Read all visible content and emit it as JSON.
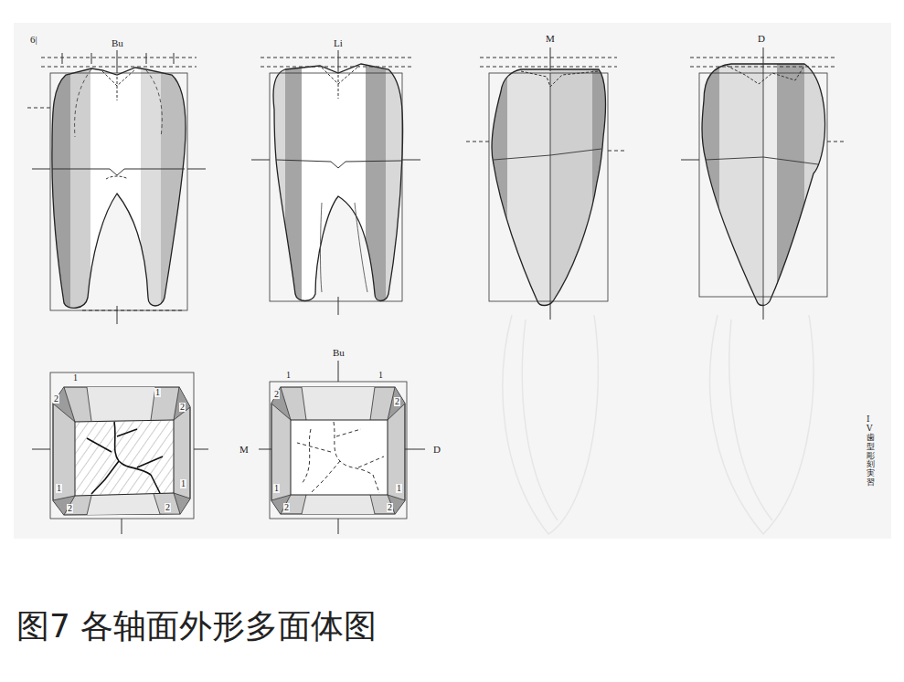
{
  "diagram": {
    "caption": "图7 各轴面外形多面体图",
    "labels": [
      "6|",
      "Bu",
      "Li",
      "M",
      "D",
      "1",
      "1",
      "2",
      "2",
      "1",
      "1",
      "2",
      "2",
      "Bu",
      "M",
      "D",
      "1",
      "1",
      "2",
      "2",
      "1",
      "1",
      "2",
      "2",
      "IV 歯型彫刻実習"
    ]
  }
}
